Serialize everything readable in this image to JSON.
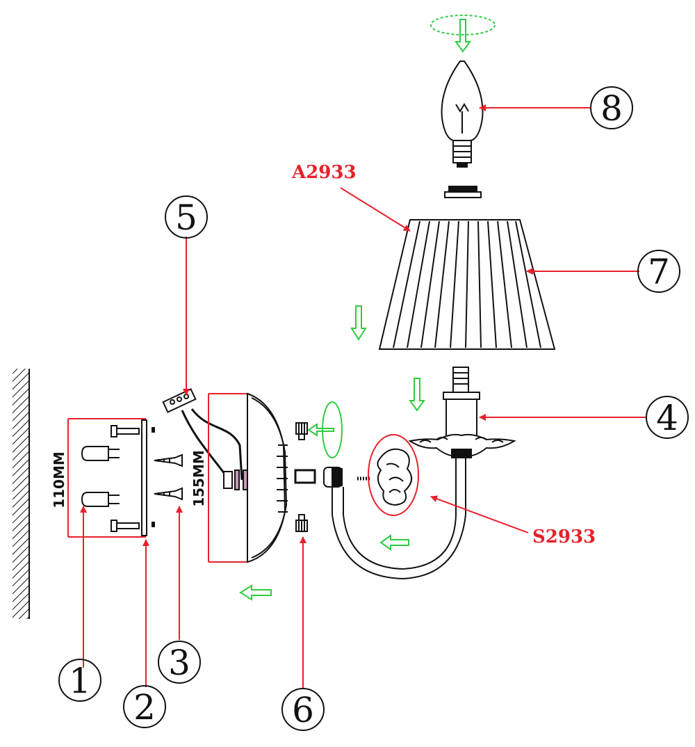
{
  "colors": {
    "leader": "#e8202a",
    "part_code": "#e8202a",
    "arrow": "#2ecc40",
    "line": "#111111"
  },
  "callouts": [
    "1",
    "2",
    "3",
    "4",
    "5",
    "6",
    "7",
    "8"
  ],
  "part_codes": {
    "shade": "A2933",
    "ornament": "S2933"
  },
  "dimensions": {
    "plate_height": "110MM",
    "canopy_height": "155MM"
  }
}
